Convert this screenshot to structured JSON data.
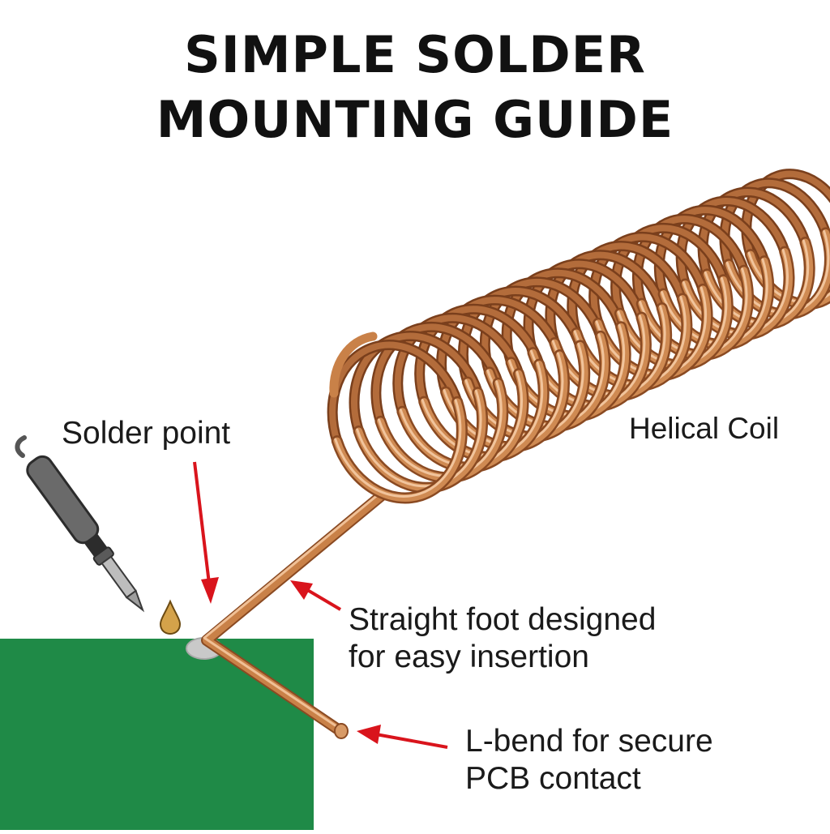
{
  "title": {
    "line1": "SIMPLE SOLDER",
    "line2": "MOUNTING GUIDE"
  },
  "labels": {
    "solder_point": "Solder point",
    "helical_coil": "Helical Coil",
    "straight_foot_line1": "Straight foot designed",
    "straight_foot_line2": "for easy insertion",
    "l_bend_line1": "L-bend for secure",
    "l_bend_line2": "PCB contact"
  },
  "colors": {
    "pcb": "#1f8a47",
    "copper_light": "#e4a877",
    "copper": "#c27a45",
    "copper_dark": "#8a4a22",
    "arrow": "#d9141c",
    "solder_drop": "#d4a24a",
    "iron_body": "#555555",
    "iron_tip": "#bdbdbd"
  },
  "icons": [
    "soldering-iron-icon",
    "solder-drop-icon"
  ]
}
